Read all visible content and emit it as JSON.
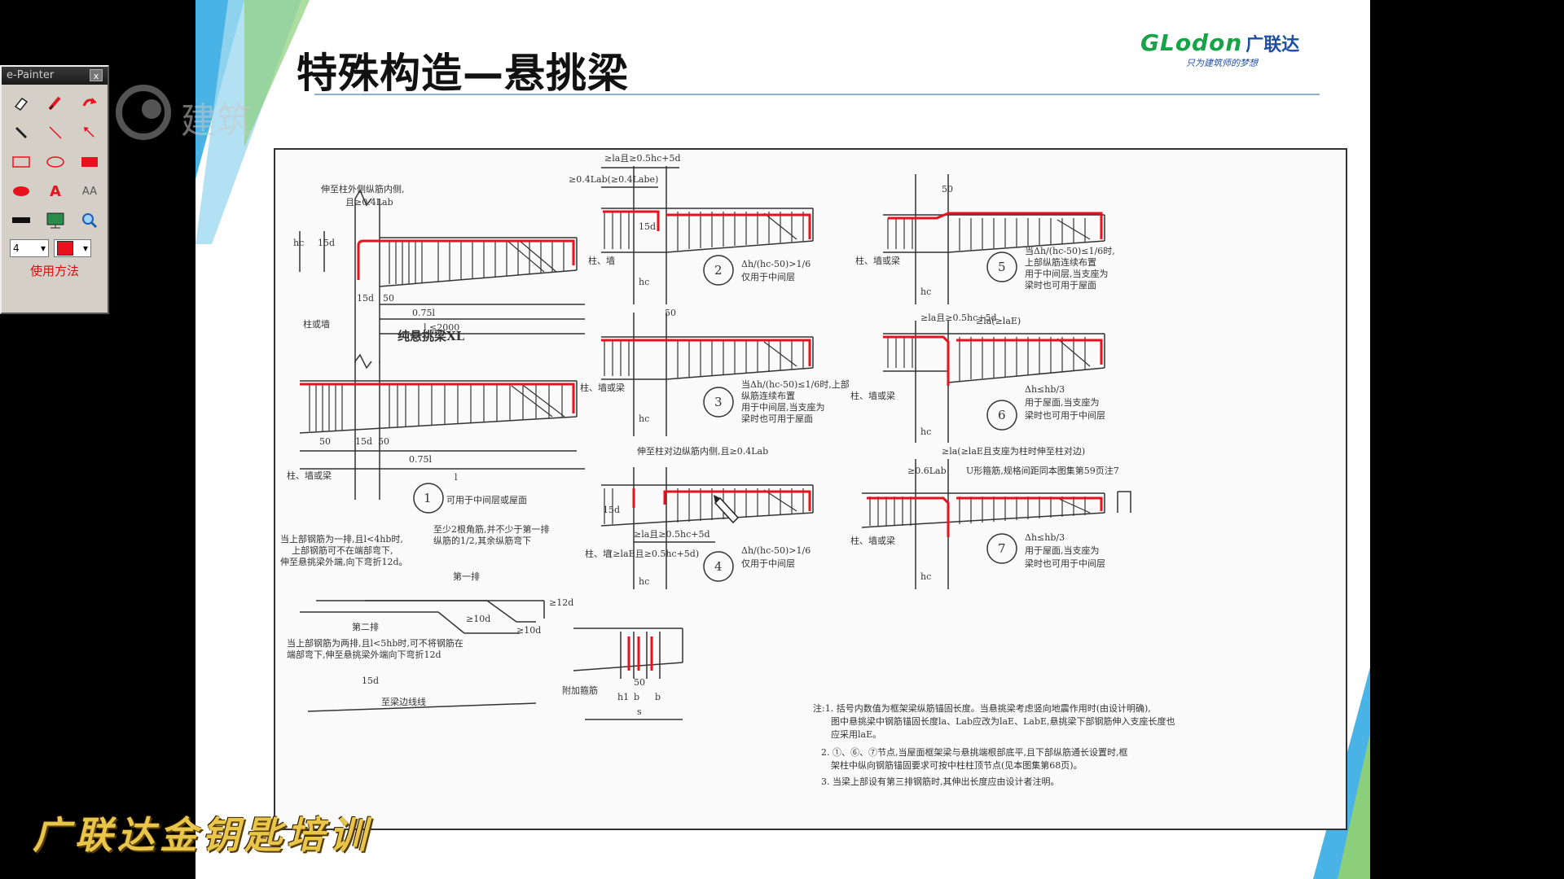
{
  "slide": {
    "title": "特殊构造—悬挑梁",
    "logo_main": "GLodon",
    "logo_cn": "广联达",
    "logo_sub": "只为建筑师的梦想",
    "watermark": "建筑",
    "colors": {
      "rebar": "#e8121e",
      "sheet_line": "#333333",
      "accent_green": "#19a349",
      "accent_blue": "#1f4fa3",
      "deco_blue": "#4ab3e6"
    }
  },
  "drawing": {
    "d1": {
      "note_top": "伸至柱外侧纵筋内侧,",
      "note_top2": "且≥0.4Lab",
      "dim_15d": "15d",
      "dim_hc": "hc",
      "dim_15d_b": "15d",
      "dim_50": "50",
      "dim_075l": "0.75l",
      "dim_l": "l ≤2000",
      "label_col": "柱或墙",
      "caption": "纯悬挑梁XL"
    },
    "d1b": {
      "dim_50": "50",
      "dim_15d": "15d",
      "dim_50b": "50",
      "dim_075l": "0.75l",
      "dim_l": "l",
      "label_col": "柱、墙或梁",
      "node_no": "1",
      "node_note": "可用于中间层或屋面"
    },
    "notes_left": {
      "a1": "当上部钢筋为一排,且l<4hb时,",
      "a2": "上部钢筋可不在端部弯下,",
      "a3": "伸至悬挑梁外端,向下弯折12d。",
      "b1": "至少2根角筋,并不少于第一排",
      "b2": "纵筋的1/2,其余纵筋弯下",
      "row1": "第一排",
      "row2": "第二排",
      "d10a": "≥10d",
      "d10b": "≥10d",
      "d12": "≥12d",
      "c1": "当上部钢筋为两排,且l<5hb时,可不将钢筋在",
      "c2": "端部弯下,伸至悬挑梁外端向下弯折12d",
      "d15": "15d",
      "side": "至梁边线线"
    },
    "d2": {
      "dim_top": "≥la且≥0.5hc+5d",
      "dim_top2": "≥0.4Lab(≥0.4Labe)",
      "dim_15d": "15d",
      "label_col": "柱、墙",
      "dim_hc": "hc",
      "node_no": "2",
      "cond": "Δh/(hc-50)>1/6",
      "use": "仅用于中间层"
    },
    "d3": {
      "dim_50": "50",
      "label_col": "柱、墙或梁",
      "dim_hc": "hc",
      "node_no": "3",
      "cond1": "当Δh/(hc-50)≤1/6时,上部",
      "cond2": "纵筋连续布置",
      "cond3": "用于中间层,当支座为",
      "cond4": "梁时也可用于屋面"
    },
    "d4": {
      "note": "伸至柱对边纵筋内侧,且≥0.4Lab",
      "dim_15d": "15d",
      "dim_la": "≥la且≥0.5hc+5d",
      "label_col": "柱、墙",
      "dim_la2": "(≥laE且≥0.5hc+5d)",
      "cond": "Δh/(hc-50)>1/6",
      "use": "仅用于中间层",
      "dim_hc": "hc",
      "node_no": "4"
    },
    "d5": {
      "dim_50": "50",
      "label_col": "柱、墙或梁",
      "dim_hc": "hc",
      "node_no": "5",
      "cond1": "当Δh/(hc-50)≤1/6时,",
      "cond2": "上部纵筋连续布置",
      "cond3": "用于中间层,当支座为",
      "cond4": "梁时也可用于屋面"
    },
    "d6": {
      "dim_top": "≥la且≥0.5hc+5d",
      "dim_side": "≥la(≥laE)",
      "label_col": "柱、墙或梁",
      "dim_hc": "hc",
      "node_no": "6",
      "cond1": "Δh≤hb/3",
      "cond2": "用于屋面,当支座为",
      "cond3": "梁时也可用于中间层"
    },
    "d7": {
      "dim_top": "≥la(≥laE且支座为柱时伸至柱对边)",
      "dim_06": "≥0.6Lab",
      "dim_u": "U形箍筋,规格间距同本图集第59页注7",
      "label_col": "柱、墙或梁",
      "dim_hc": "hc",
      "node_no": "7",
      "cond1": "Δh≤hb/3",
      "cond2": "用于屋面,当支座为",
      "cond3": "梁时也可用于中间层"
    },
    "d8": {
      "label": "附加箍筋",
      "dim_50": "50",
      "dim_h1": "h1",
      "dim_b": "b",
      "dim_b2": "b",
      "dim_s": "s"
    },
    "footnotes": {
      "n1a": "注:1. 括号内数值为框架梁纵筋锚固长度。当悬挑梁考虑竖向地震作用时(由设计明确),",
      "n1b": "图中悬挑梁中钢筋锚固长度la、Lab应改为laE、LabE,悬挑梁下部钢筋伸入支座长度也",
      "n1c": "应采用laE。",
      "n2a": "2. ①、⑥、⑦节点,当屋面框架梁与悬挑端根部底平,且下部纵筋通长设置时,框",
      "n2b": "架柱中纵向钢筋锚固要求可按中柱柱顶节点(见本图集第68页)。",
      "n3": "3. 当梁上部设有第三排钢筋时,其伸出长度应由设计者注明。"
    }
  },
  "painter": {
    "title": "e-Painter",
    "close": "x",
    "width_value": "4",
    "usage": "使用方法",
    "tools": [
      "eraser-icon",
      "marker-icon",
      "undo-pen-icon",
      "pencil-icon",
      "line-icon",
      "arrow-icon",
      "rect-outline-icon",
      "ellipse-outline-icon",
      "rect-filled-icon",
      "ellipse-filled-icon",
      "text-icon",
      "font-size-icon",
      "black-bar-icon",
      "screen-icon",
      "zoom-icon"
    ],
    "font_glyph": "A",
    "font_glyph2": "AA",
    "color": "#e8121e"
  },
  "caption": "广联达金钥匙培训"
}
